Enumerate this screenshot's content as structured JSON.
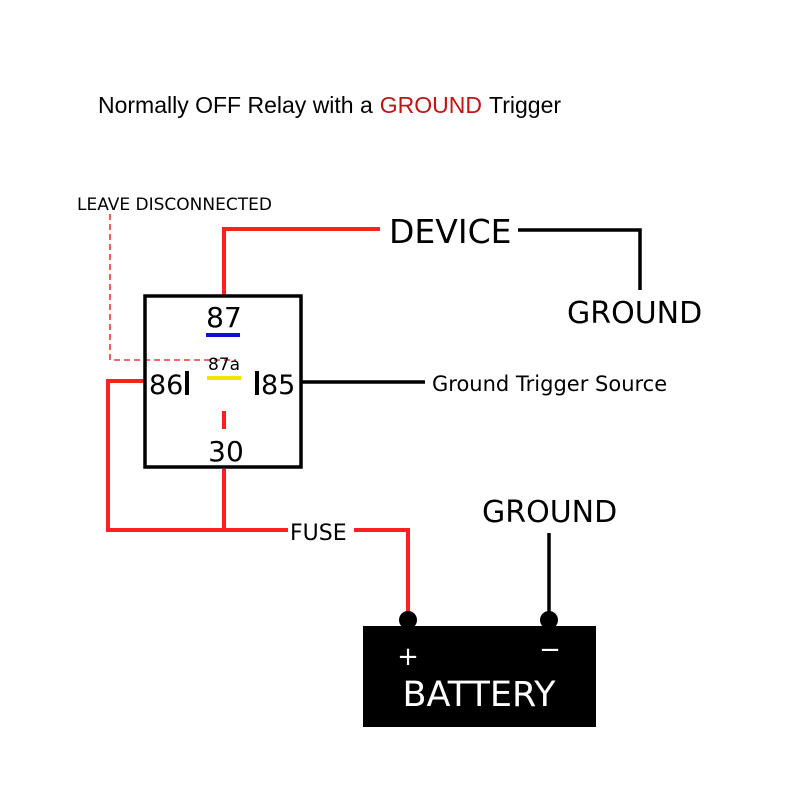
{
  "title": {
    "part1": "Normally OFF Relay with a",
    "highlight": "GROUND",
    "part2": "Trigger",
    "highlight_color": "#c01515"
  },
  "labels": {
    "leave_disconnected": "LEAVE DISCONNECTED",
    "device": "DEVICE",
    "ground_top": "GROUND",
    "ground_trigger_source": "Ground Trigger Source",
    "fuse": "FUSE",
    "ground_battery": "GROUND",
    "battery": "BATTERY",
    "plus": "+",
    "minus": "−"
  },
  "relay": {
    "pin_87": "87",
    "pin_87a": "87a",
    "pin_86": "86",
    "pin_85": "85",
    "pin_30": "30"
  },
  "colors": {
    "positive_wire": "#ff2020",
    "ground_wire": "#000000",
    "pin_87_marker": "#1010d0",
    "pin_87a_marker": "#f2e600",
    "battery_body": "#000000",
    "dashed_wire": "#e23a3a"
  }
}
